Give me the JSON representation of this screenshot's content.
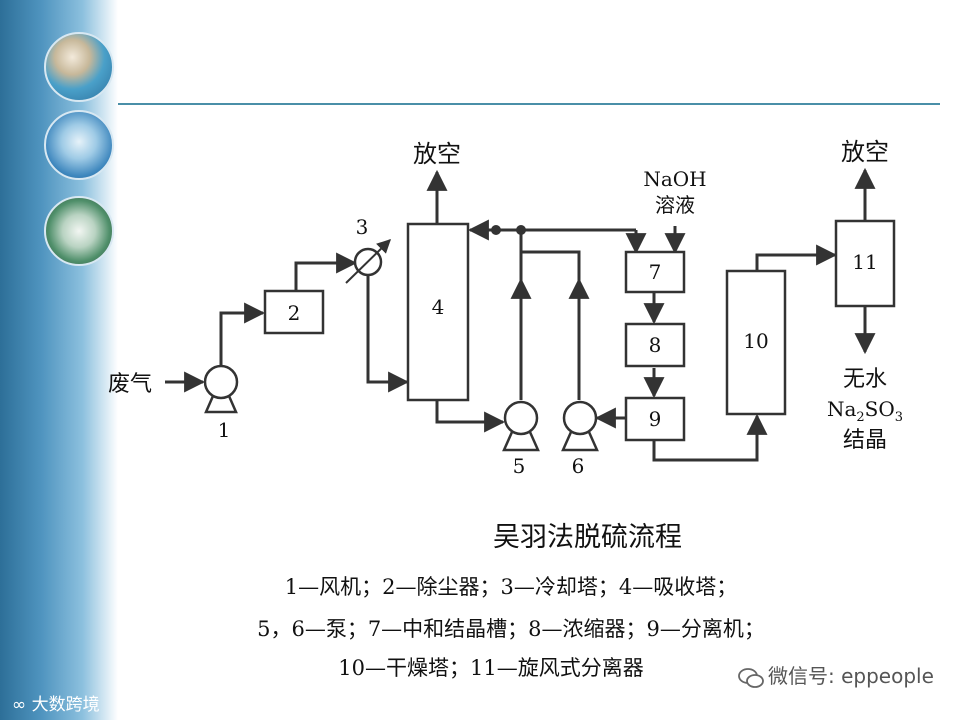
{
  "diagram": {
    "exhaust_top_left": "放空",
    "exhaust_top_right": "放空",
    "inlet": "废气",
    "naoh_line1": "NaOH",
    "naoh_line2": "溶液",
    "product_line1": "无水",
    "product_na": "Na",
    "product_sub2": "2",
    "product_so": "SO",
    "product_sub3": "3",
    "product_line3": "结晶",
    "units": {
      "u1": "1",
      "u2": "2",
      "u3": "3",
      "u4": "4",
      "u5": "5",
      "u6": "6",
      "u7": "7",
      "u8": "8",
      "u9": "9",
      "u10": "10",
      "u11": "11"
    }
  },
  "caption": {
    "title": "吴羽法脱硫流程",
    "legend_line1": "1—风机；2—除尘器；3—冷却塔；4—吸收塔；",
    "legend_line2": "5，6—泵；7—中和结晶槽；8—浓缩器；9—分离机；",
    "legend_line3": "10—干燥塔；11—旋风式分离器"
  },
  "watermark": {
    "text": "微信号: eppeople"
  },
  "logo": {
    "text": "大数跨境"
  },
  "colors": {
    "sidebar": "#4f94bf",
    "rule": "#4a8fa8",
    "line": "#333333"
  }
}
